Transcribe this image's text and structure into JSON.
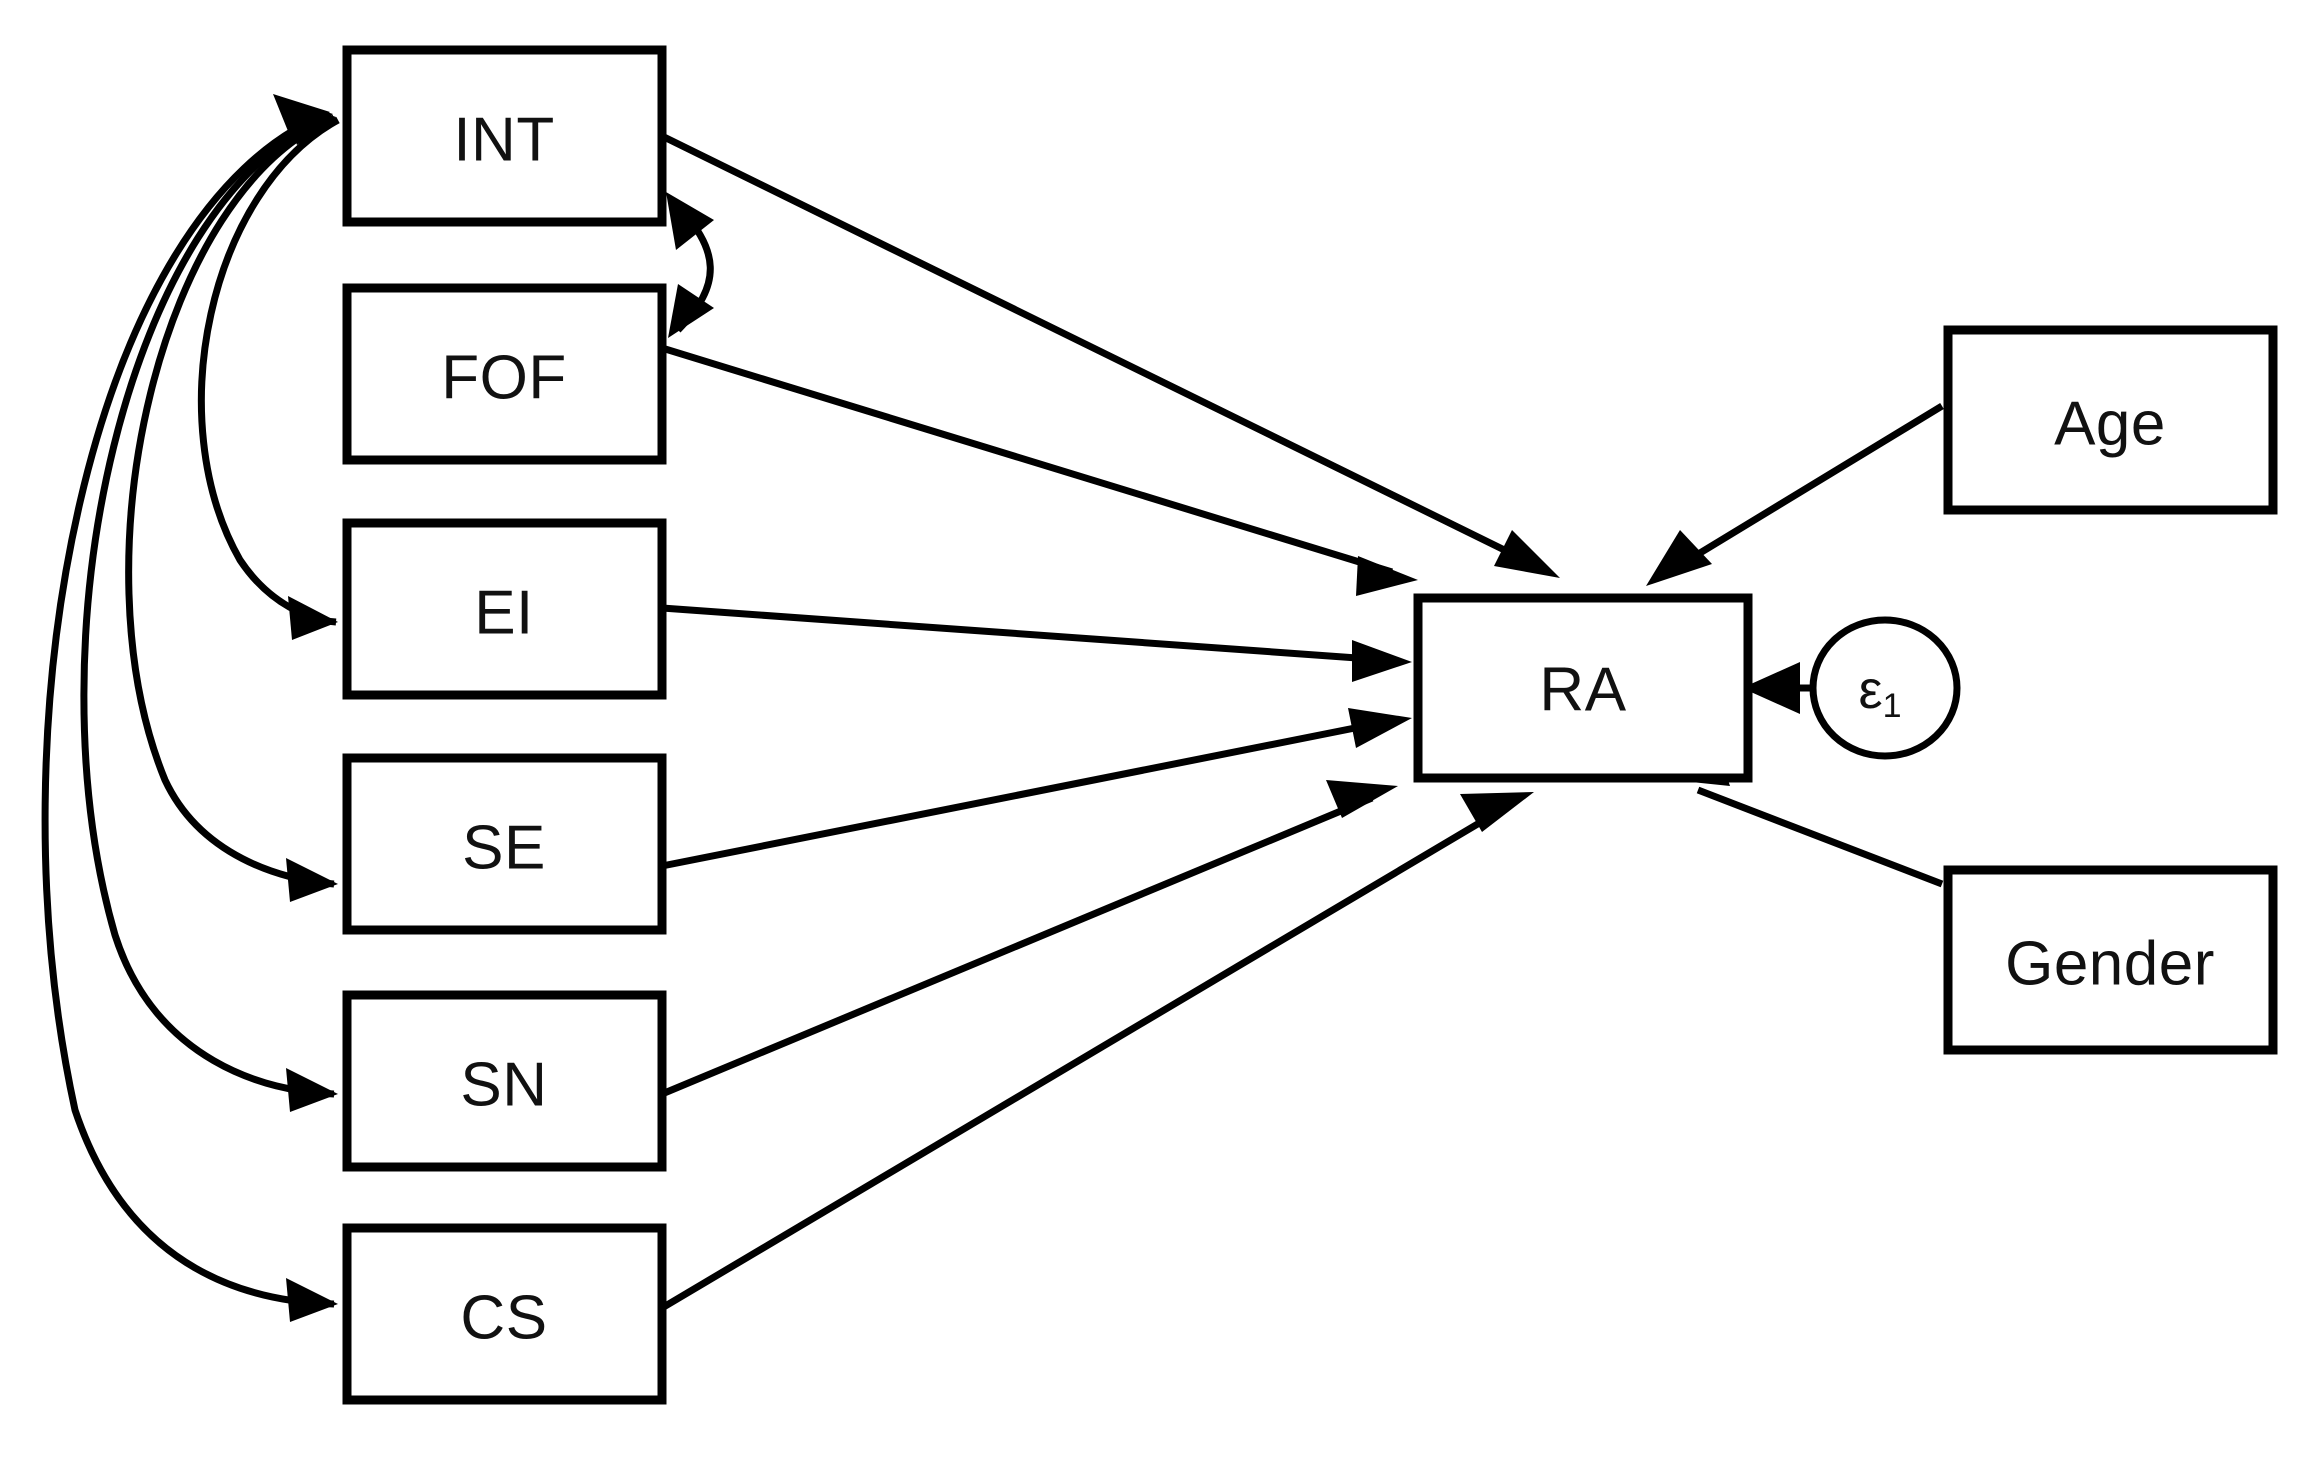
{
  "diagram": {
    "type": "structural-equation-model-path-diagram",
    "background_color": "#ffffff",
    "line_color": "#000000",
    "nodes": [
      {
        "id": "INT",
        "label": "INT",
        "shape": "rectangle",
        "group": "predictor"
      },
      {
        "id": "FOF",
        "label": "FOF",
        "shape": "rectangle",
        "group": "predictor"
      },
      {
        "id": "EI",
        "label": "EI",
        "shape": "rectangle",
        "group": "predictor"
      },
      {
        "id": "SE",
        "label": "SE",
        "shape": "rectangle",
        "group": "predictor"
      },
      {
        "id": "SN",
        "label": "SN",
        "shape": "rectangle",
        "group": "predictor"
      },
      {
        "id": "CS",
        "label": "CS",
        "shape": "rectangle",
        "group": "predictor"
      },
      {
        "id": "RA",
        "label": "RA",
        "shape": "rectangle",
        "group": "outcome"
      },
      {
        "id": "Age",
        "label": "Age",
        "shape": "rectangle",
        "group": "covariate"
      },
      {
        "id": "Gender",
        "label": "Gender",
        "shape": "rectangle",
        "group": "covariate"
      },
      {
        "id": "e1",
        "label": "ε",
        "label_subscript": "1",
        "shape": "circle",
        "group": "error-term"
      }
    ],
    "edges": [
      {
        "from": "INT",
        "to": "RA",
        "arrow": "single",
        "style": "straight"
      },
      {
        "from": "FOF",
        "to": "RA",
        "arrow": "single",
        "style": "straight"
      },
      {
        "from": "EI",
        "to": "RA",
        "arrow": "single",
        "style": "straight"
      },
      {
        "from": "SE",
        "to": "RA",
        "arrow": "single",
        "style": "straight"
      },
      {
        "from": "SN",
        "to": "RA",
        "arrow": "single",
        "style": "straight"
      },
      {
        "from": "CS",
        "to": "RA",
        "arrow": "single",
        "style": "straight"
      },
      {
        "from": "Age",
        "to": "RA",
        "arrow": "single",
        "style": "straight"
      },
      {
        "from": "Gender",
        "to": "RA",
        "arrow": "single",
        "style": "straight"
      },
      {
        "from": "e1",
        "to": "RA",
        "arrow": "single",
        "style": "straight"
      },
      {
        "from": "INT",
        "to": "FOF",
        "arrow": "double",
        "style": "curved"
      },
      {
        "from": "INT",
        "to": "EI",
        "arrow": "double",
        "style": "curved"
      },
      {
        "from": "INT",
        "to": "SE",
        "arrow": "double",
        "style": "curved"
      },
      {
        "from": "INT",
        "to": "SN",
        "arrow": "double",
        "style": "curved"
      },
      {
        "from": "INT",
        "to": "CS",
        "arrow": "double",
        "style": "curved"
      }
    ]
  }
}
